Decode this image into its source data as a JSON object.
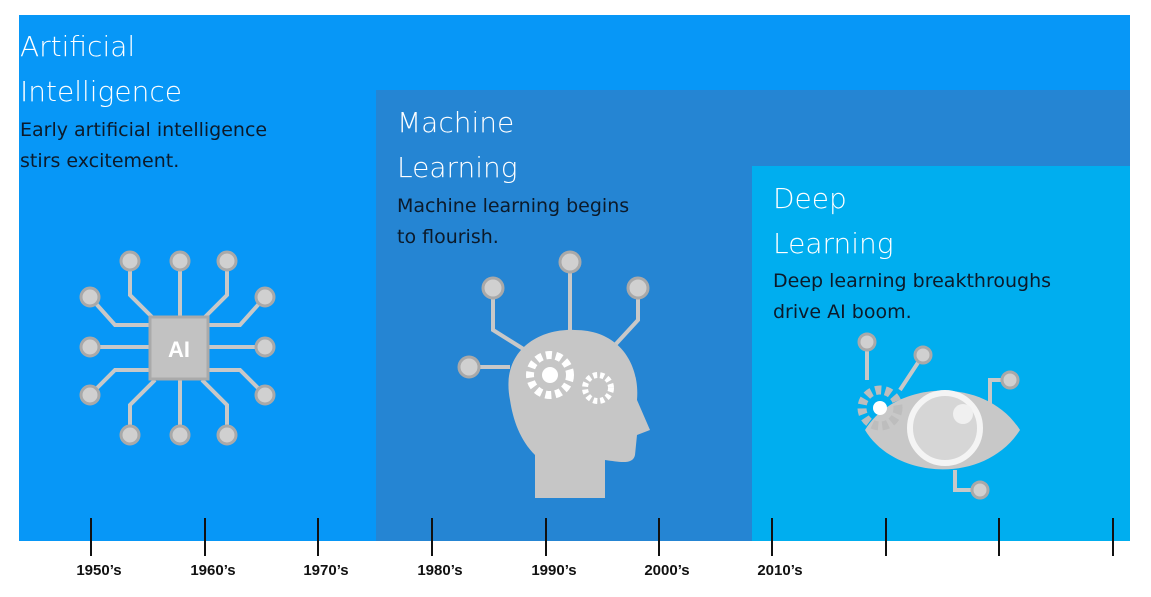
{
  "sections": [
    {
      "title_line1": "Artificial",
      "title_line2": "Intelligence",
      "desc_line1": "Early artificial intelligence",
      "desc_line2": "stirs excitement.",
      "icon": "ai-chip-icon",
      "icon_text": "AI",
      "color": "#0797f7"
    },
    {
      "title_line1": "Machine",
      "title_line2": "Learning",
      "desc_line1": "Machine learning begins",
      "desc_line2": "to flourish.",
      "icon": "head-gears-icon",
      "color": "#2585d3"
    },
    {
      "title_line1": "Deep",
      "title_line2": "Learning",
      "desc_line1": "Deep learning breakthroughs",
      "desc_line2": "drive AI boom.",
      "icon": "eye-gear-icon",
      "color": "#00aeef"
    }
  ],
  "timeline": {
    "labels": [
      "1950’s",
      "1960’s",
      "1970’s",
      "1980’s",
      "1990’s",
      "2000’s",
      "2010’s"
    ]
  }
}
